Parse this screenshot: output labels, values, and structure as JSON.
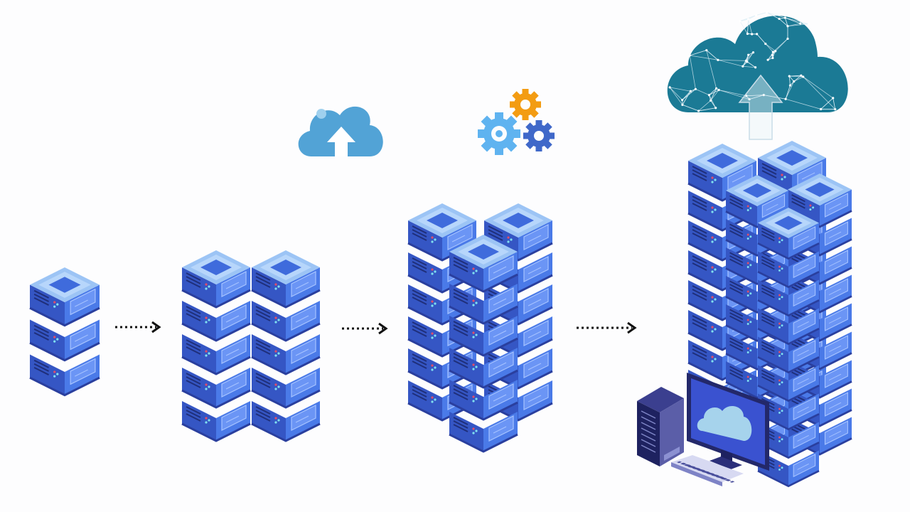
{
  "stages": [
    {
      "name": "single-rack",
      "units": 3
    },
    {
      "name": "double-rack",
      "units": 5
    },
    {
      "name": "triple-rack",
      "units": 6
    },
    {
      "name": "data-center",
      "units": 8
    }
  ],
  "icons": [
    "cloud-upload-icon",
    "gears-icon",
    "network-cloud-icon",
    "desktop-computer-icon"
  ],
  "colors": {
    "rack_top": "#9cc4f5",
    "rack_face": "#4a7ae8",
    "rack_side": "#3556c4",
    "rack_dark": "#2a3f9e",
    "cloud_simple": "#52a3d6",
    "cloud_network": "#1b7a95",
    "gear_orange": "#f39c12",
    "gear_light": "#5fb3f0",
    "gear_blue": "#3f68c9",
    "arrow": "#111111"
  }
}
